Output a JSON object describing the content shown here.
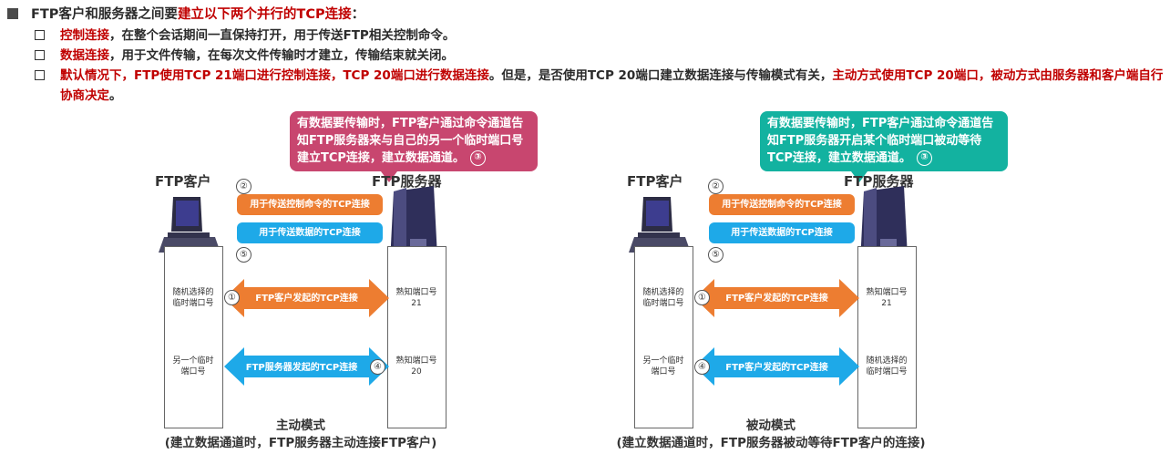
{
  "bullets": {
    "heading_a": "FTP客户和服务器之间要",
    "heading_b": "建立以下两个并行的TCP连接",
    "heading_c": "：",
    "item1_a": "控制连接",
    "item1_b": "，在整个会话期间一直保持打开，用于传送FTP相关控制命令。",
    "item2_a": "数据连接",
    "item2_b": "，用于文件传输，在每次文件传输时才建立，传输结束就关闭。",
    "item3_a": "默认情况下，FTP使用TCP 21端口进行控制连接，TCP 20端口进行数据连接",
    "item3_b": "。但是，是否使用TCP 20端口建立数据连接与传输模式有关，",
    "item3_c": "主动方式使用TCP 20端口，被动方式由服务器和客户端自行协商决定",
    "item3_d": "。"
  },
  "colors": {
    "red": "#c00000",
    "orange": "#ed7d31",
    "blue": "#1ea9e8",
    "pink": "#c8466f",
    "teal": "#13b2a0"
  },
  "active": {
    "callout": "有数据要传输时，FTP客户通过命令通道告知FTP服务器来与自己的另一个临时端口号建立TCP连接，建立数据通道。",
    "callout_num": "③",
    "client": "FTP客户",
    "server": "FTP服务器",
    "control_pipe": "用于传送控制命令的TCP连接",
    "data_pipe": "用于传送数据的TCP连接",
    "num2": "②",
    "num5": "⑤",
    "arrow1": "FTP客户发起的TCP连接",
    "num1": "①",
    "arrow2": "FTP服务器发起的TCP连接",
    "num4": "④",
    "c_port1": "随机选择的临时端口号",
    "s_port1": "熟知端口号21",
    "c_port2": "另一个临时端口号",
    "s_port2": "熟知端口号20",
    "title": "主动模式",
    "subtitle": "(建立数据通道时，FTP服务器主动连接FTP客户)"
  },
  "passive": {
    "callout": "有数据要传输时，FTP客户通过命令通道告知FTP服务器开启某个临时端口被动等待TCP连接，建立数据通道。",
    "callout_num": "③",
    "client": "FTP客户",
    "server": "FTP服务器",
    "control_pipe": "用于传送控制命令的TCP连接",
    "data_pipe": "用于传送数据的TCP连接",
    "num2": "②",
    "num5": "⑤",
    "arrow1": "FTP客户发起的TCP连接",
    "num1": "①",
    "arrow2": "FTP客户发起的TCP连接",
    "num4": "④",
    "c_port1": "随机选择的临时端口号",
    "s_port1": "熟知端口号21",
    "c_port2": "另一个临时端口号",
    "s_port2": "随机选择的临时端口号",
    "title": "被动模式",
    "subtitle": "(建立数据通道时，FTP服务器被动等待FTP客户的连接)"
  }
}
